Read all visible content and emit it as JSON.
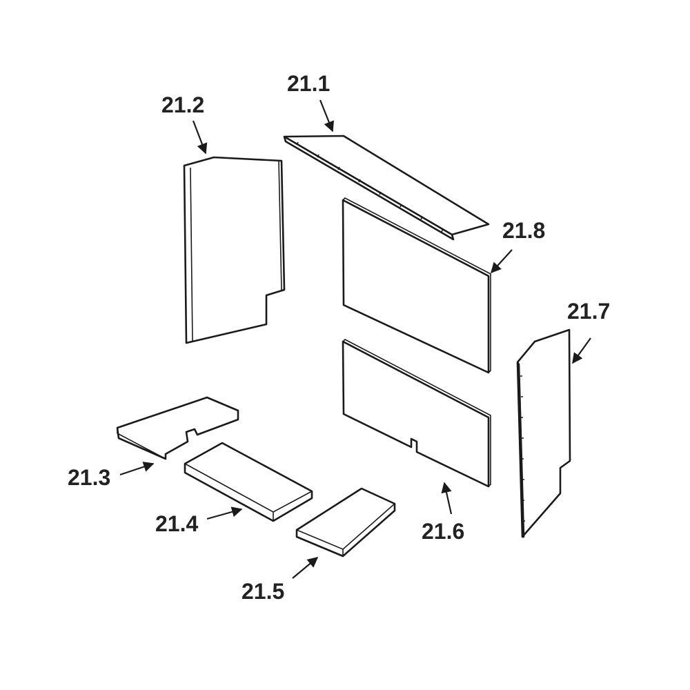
{
  "labels": {
    "p21_1": "21.1",
    "p21_2": "21.2",
    "p21_3": "21.3",
    "p21_4": "21.4",
    "p21_5": "21.5",
    "p21_6": "21.6",
    "p21_7": "21.7",
    "p21_8": "21.8"
  }
}
